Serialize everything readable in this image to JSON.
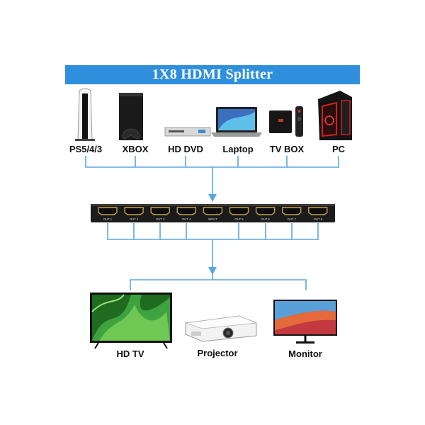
{
  "title": "1X8 HDMI Splitter",
  "sources": [
    {
      "label": "PS5/4/3",
      "icon": "game-console-icon"
    },
    {
      "label": "XBOX",
      "icon": "game-console-icon"
    },
    {
      "label": "HD DVD",
      "icon": "dvd-player-icon"
    },
    {
      "label": "Laptop",
      "icon": "laptop-icon"
    },
    {
      "label": "TV BOX",
      "icon": "tv-box-icon"
    },
    {
      "label": "PC",
      "icon": "desktop-pc-icon"
    }
  ],
  "splitter_ports": [
    "OUT 1",
    "OUT 2",
    "OUT 3",
    "OUT 4",
    "INPUT",
    "OUT 5",
    "OUT 6",
    "OUT 7",
    "OUT 8"
  ],
  "outputs": [
    {
      "label": "HD TV",
      "icon": "tv-icon"
    },
    {
      "label": "Projector",
      "icon": "projector-icon"
    },
    {
      "label": "Monitor",
      "icon": "monitor-icon"
    }
  ],
  "colors": {
    "accent": "#2f8fdc",
    "line": "#5aa6e0",
    "device": "#1b1b1b"
  }
}
